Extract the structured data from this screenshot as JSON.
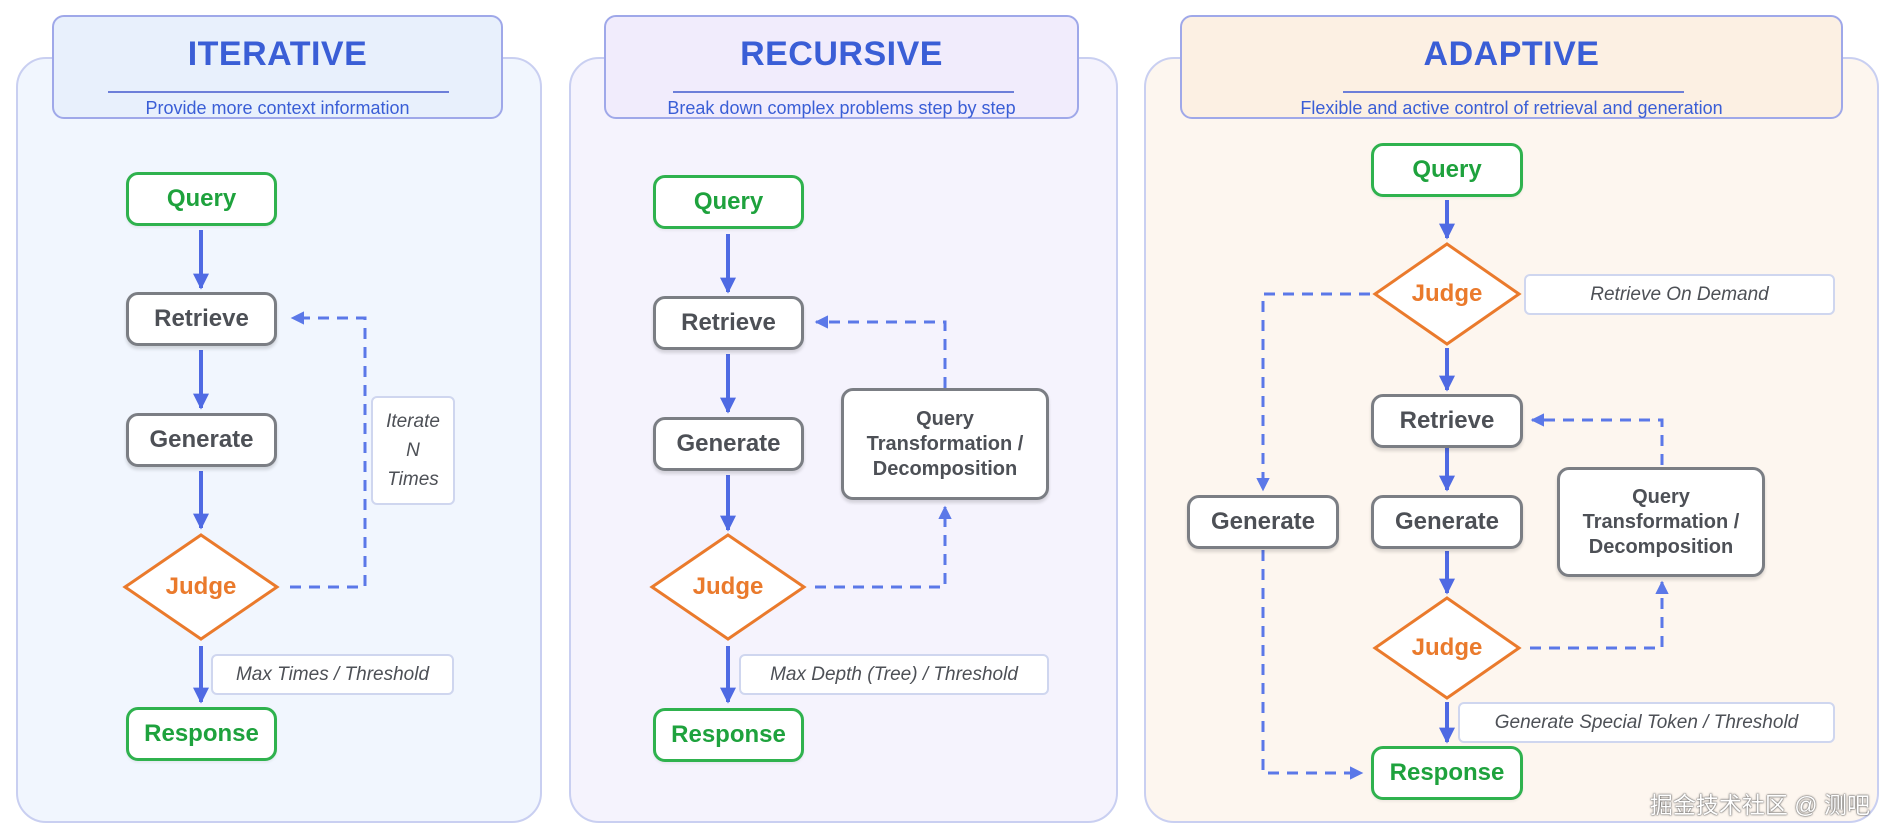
{
  "columns": [
    {
      "title": "ITERATIVE",
      "subtitle": "Provide more context information",
      "nodes": {
        "query": "Query",
        "retrieve": "Retrieve",
        "generate": "Generate",
        "judge": "Judge",
        "response": "Response"
      },
      "loop_note": [
        "Iterate",
        "N",
        "Times"
      ],
      "stop_note": "Max Times / Threshold"
    },
    {
      "title": "RECURSIVE",
      "subtitle": "Break down complex problems step by step",
      "nodes": {
        "query": "Query",
        "retrieve": "Retrieve",
        "generate": "Generate",
        "judge": "Judge",
        "response": "Response"
      },
      "transform": [
        "Query",
        "Transformation /",
        "Decomposition"
      ],
      "stop_note": "Max Depth (Tree) / Threshold"
    },
    {
      "title": "ADAPTIVE",
      "subtitle": "Flexible and  active control of retrieval and generation",
      "nodes": {
        "query": "Query",
        "judge_top": "Judge",
        "retrieve": "Retrieve",
        "generate": "Generate",
        "generate_direct": "Generate",
        "judge": "Judge",
        "response": "Response"
      },
      "transform": [
        "Query",
        "Transformation /",
        "Decomposition"
      ],
      "demand_note": "Retrieve On  Demand",
      "stop_note": "Generate Special Token / Threshold"
    }
  ],
  "watermark": "掘金技术社区 @ 测吧",
  "colors": {
    "solid_arrow": "#4f6ae3",
    "dashed_arrow": "#5b78e8",
    "query_response": "#2fb24e",
    "judge": "#ea7a2c",
    "process": "#7b7e84",
    "title": "#3a5ed6"
  }
}
